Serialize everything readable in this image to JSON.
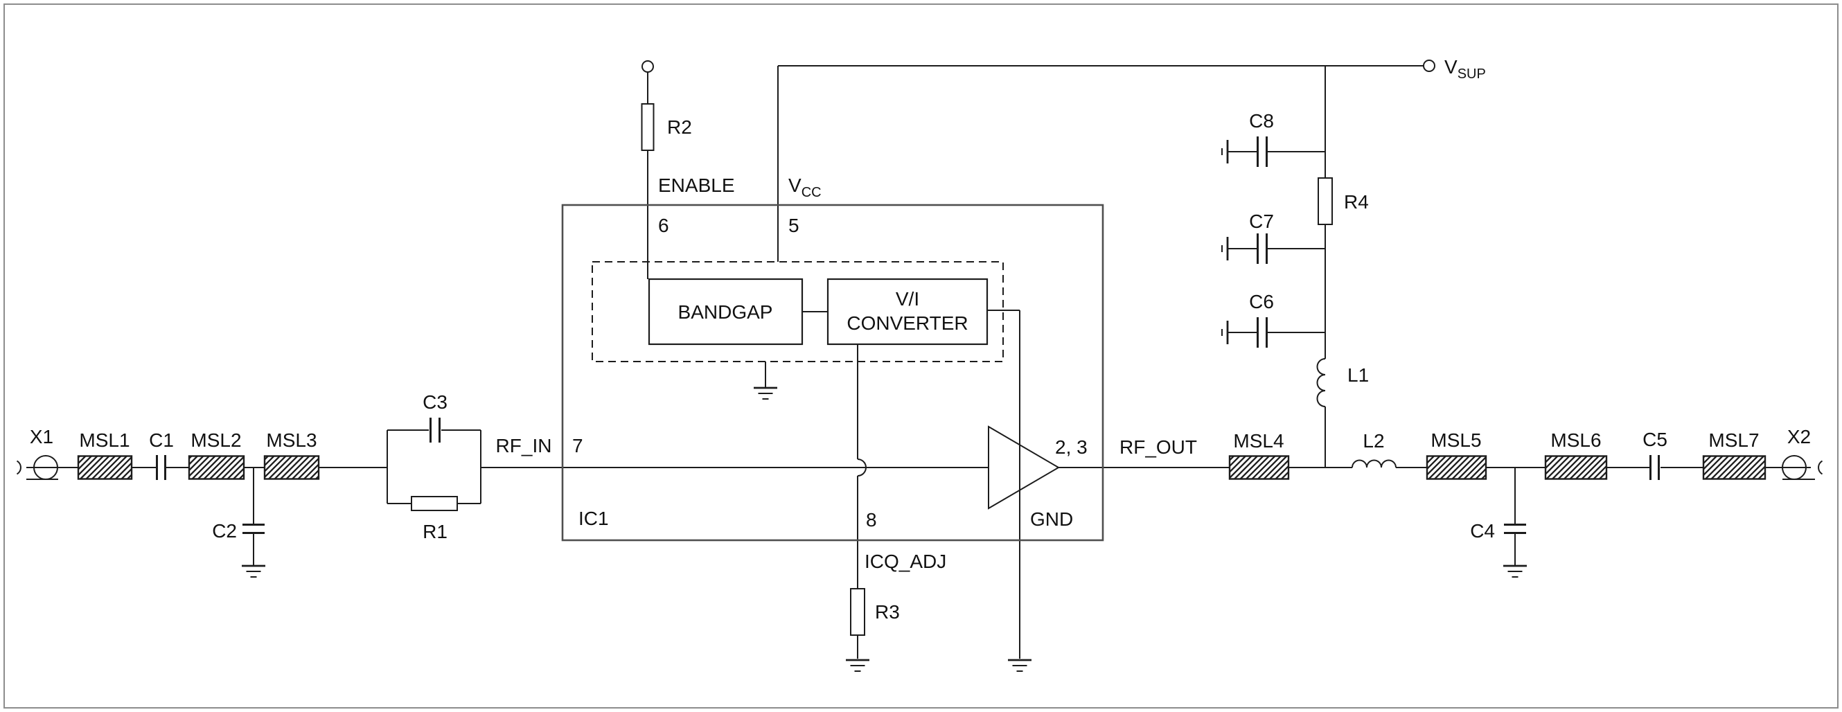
{
  "schematic": {
    "colors": {
      "wire": "#1c1c1c",
      "ic_outline": "#4f4f4f",
      "frame": "#8c8c8c",
      "background": "#ffffff",
      "text": "#111111"
    },
    "supply_terminal": {
      "main": "V",
      "sub": "SUP"
    },
    "ic": {
      "designator": "IC1",
      "pin_numbers": {
        "p7": "7",
        "p6": "6",
        "p5": "5",
        "p8": "8",
        "p23": "2, 3"
      },
      "pin_names": {
        "rf_in": "RF_IN",
        "enable": "ENABLE",
        "vcc_main": "V",
        "vcc_sub": "CC",
        "icq_adj": "ICQ_ADJ",
        "gnd": "GND",
        "rf_out": "RF_OUT"
      },
      "blocks": {
        "bandgap": "BANDGAP",
        "vi_line1": "V/I",
        "vi_line2": "CONVERTER"
      }
    },
    "components": {
      "x1": "X1",
      "x2": "X2",
      "msl1": "MSL1",
      "msl2": "MSL2",
      "msl3": "MSL3",
      "msl4": "MSL4",
      "msl5": "MSL5",
      "msl6": "MSL6",
      "msl7": "MSL7",
      "c1": "C1",
      "c2": "C2",
      "c3": "C3",
      "c4": "C4",
      "c5": "C5",
      "c6": "C6",
      "c7": "C7",
      "c8": "C8",
      "r1": "R1",
      "r2": "R2",
      "r3": "R3",
      "r4": "R4",
      "l1": "L1",
      "l2": "L2"
    },
    "component_kinds": [
      {
        "ref": "X1",
        "kind": "coaxial-connector"
      },
      {
        "ref": "X2",
        "kind": "coaxial-connector"
      },
      {
        "ref": "MSL1",
        "kind": "microstrip-line"
      },
      {
        "ref": "MSL2",
        "kind": "microstrip-line"
      },
      {
        "ref": "MSL3",
        "kind": "microstrip-line"
      },
      {
        "ref": "MSL4",
        "kind": "microstrip-line"
      },
      {
        "ref": "MSL5",
        "kind": "microstrip-line"
      },
      {
        "ref": "MSL6",
        "kind": "microstrip-line"
      },
      {
        "ref": "MSL7",
        "kind": "microstrip-line"
      },
      {
        "ref": "C1",
        "kind": "capacitor-series"
      },
      {
        "ref": "C2",
        "kind": "capacitor-shunt-to-ground"
      },
      {
        "ref": "C3",
        "kind": "capacitor-parallel-with-R1"
      },
      {
        "ref": "C4",
        "kind": "capacitor-shunt-to-ground"
      },
      {
        "ref": "C5",
        "kind": "capacitor-series"
      },
      {
        "ref": "C6",
        "kind": "capacitor-bypass-to-ground"
      },
      {
        "ref": "C7",
        "kind": "capacitor-bypass-to-ground"
      },
      {
        "ref": "C8",
        "kind": "capacitor-bypass-to-ground"
      },
      {
        "ref": "R1",
        "kind": "resistor"
      },
      {
        "ref": "R2",
        "kind": "resistor"
      },
      {
        "ref": "R3",
        "kind": "resistor"
      },
      {
        "ref": "R4",
        "kind": "resistor"
      },
      {
        "ref": "L1",
        "kind": "inductor-dc-feed"
      },
      {
        "ref": "L2",
        "kind": "inductor-series"
      }
    ]
  }
}
